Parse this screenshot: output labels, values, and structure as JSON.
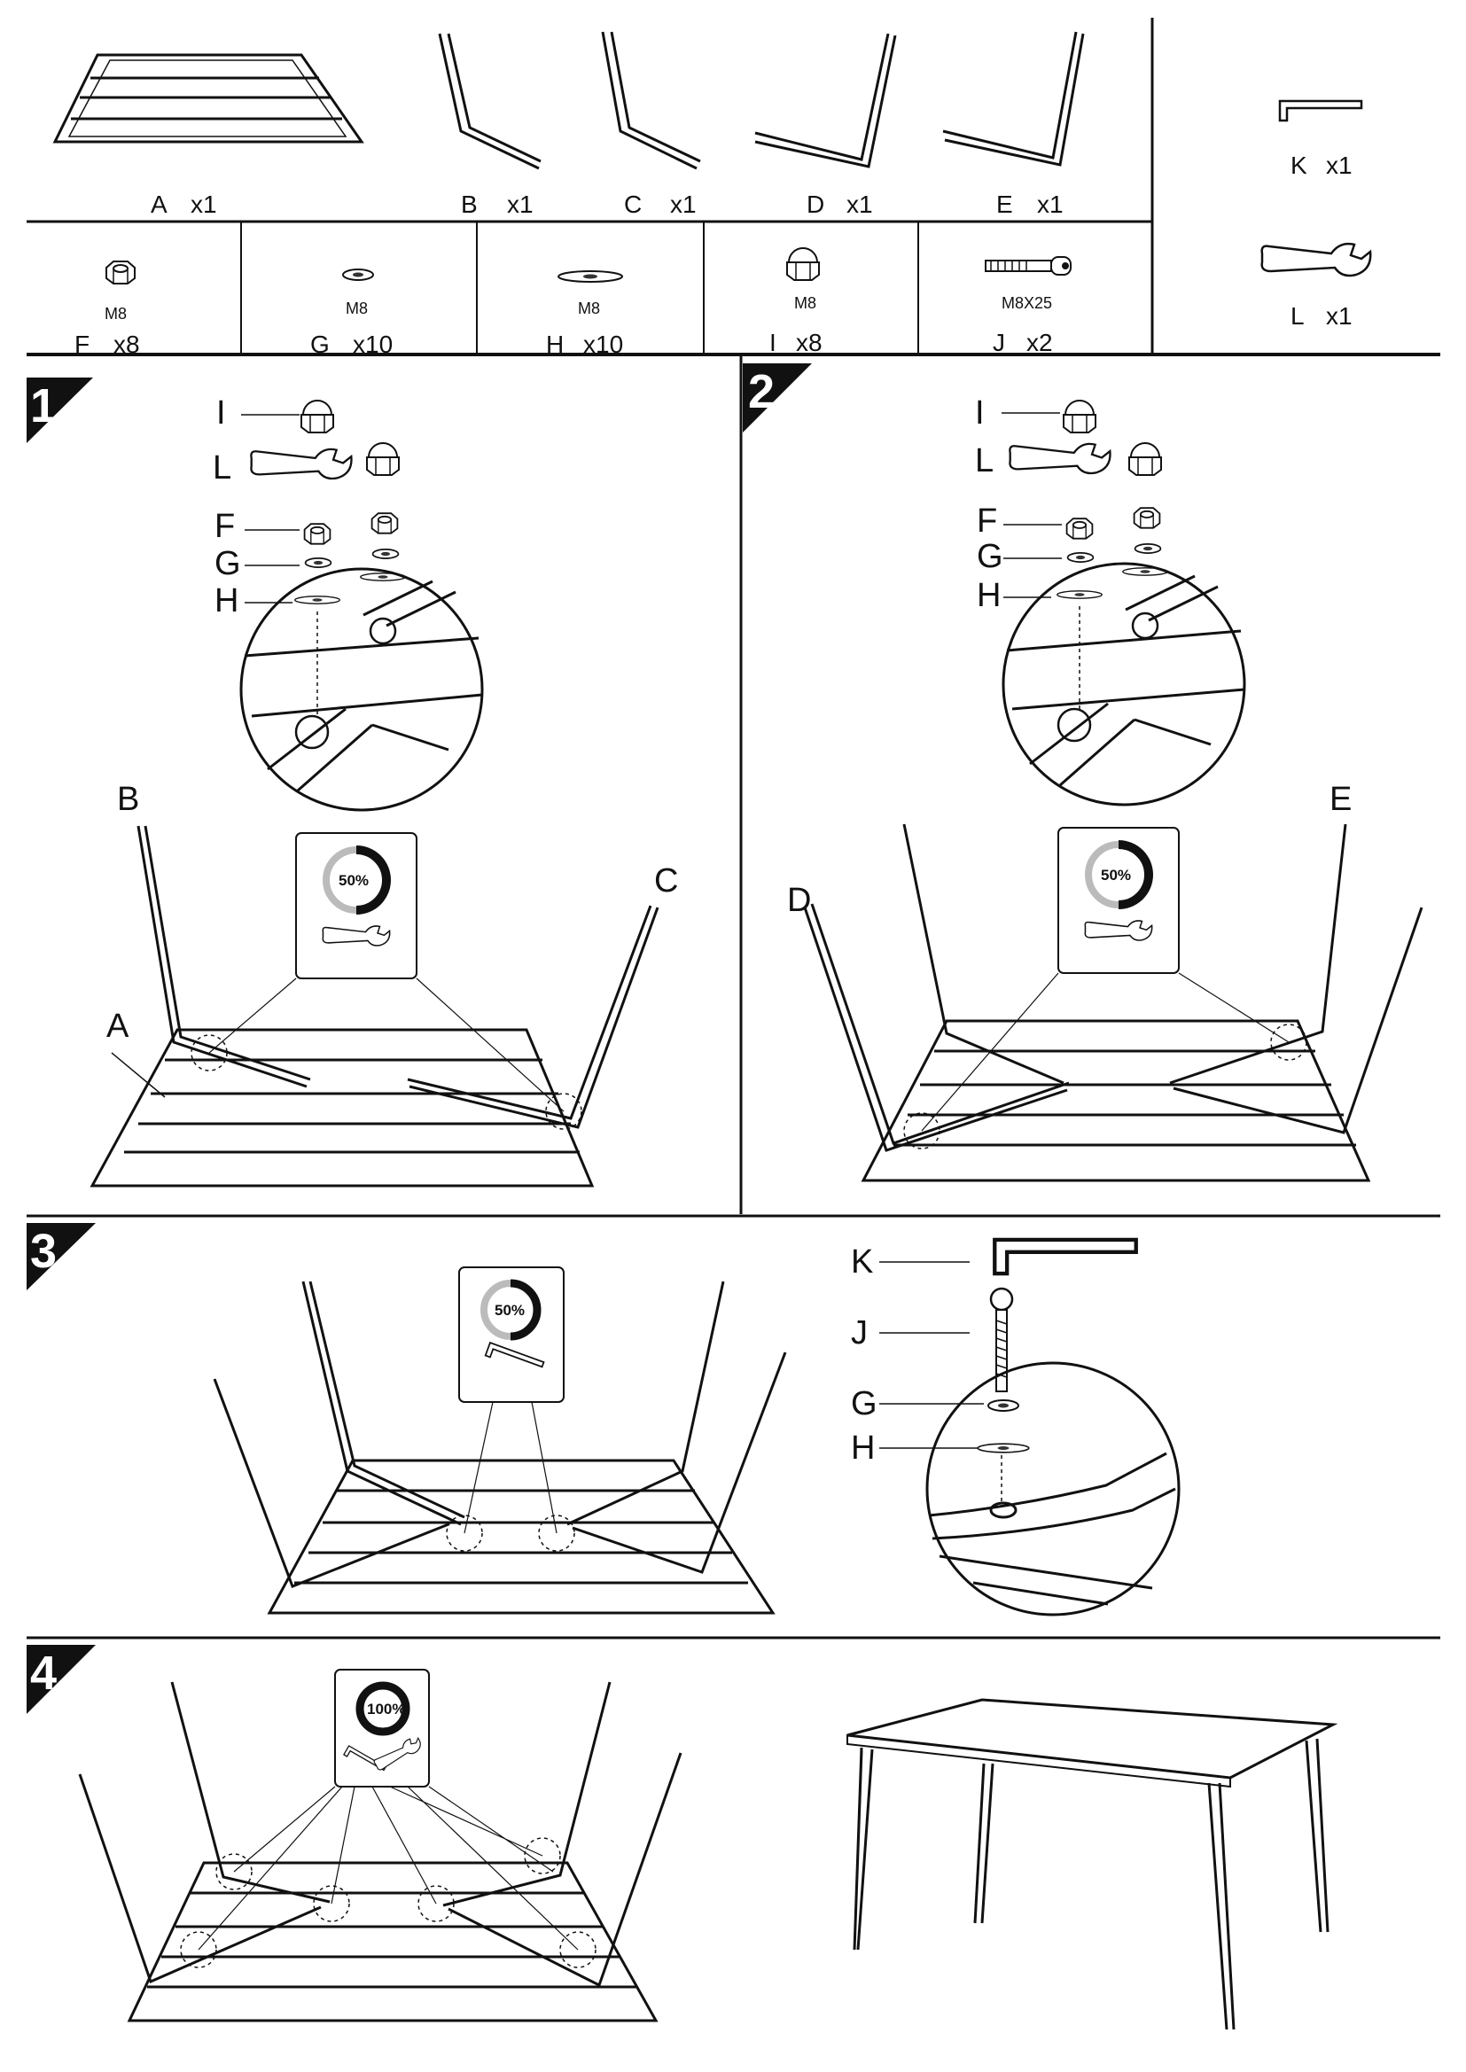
{
  "parts": [
    {
      "letter": "A",
      "qty": "x1"
    },
    {
      "letter": "B",
      "qty": "x1"
    },
    {
      "letter": "C",
      "qty": "x1"
    },
    {
      "letter": "D",
      "qty": "x1"
    },
    {
      "letter": "E",
      "qty": "x1"
    },
    {
      "letter": "K",
      "qty": "x1"
    },
    {
      "letter": "L",
      "qty": "x1"
    }
  ],
  "hardware": [
    {
      "letter": "F",
      "qty": "x8",
      "size": "M8"
    },
    {
      "letter": "G",
      "qty": "x10",
      "size": "M8"
    },
    {
      "letter": "H",
      "qty": "x10",
      "size": "M8"
    },
    {
      "letter": "I",
      "qty": "x8",
      "size": "M8"
    },
    {
      "letter": "J",
      "qty": "x2",
      "size": "M8X25"
    }
  ],
  "steps": [
    {
      "number": "1",
      "percent": "50%",
      "stack": [
        "I",
        "L",
        "F",
        "G",
        "H"
      ],
      "labels": [
        "B",
        "C",
        "A"
      ]
    },
    {
      "number": "2",
      "percent": "50%",
      "stack": [
        "I",
        "L",
        "F",
        "G",
        "H"
      ],
      "labels": [
        "D",
        "E"
      ]
    },
    {
      "number": "3",
      "percent": "50%",
      "stack": [
        "K",
        "J",
        "G",
        "H"
      ]
    },
    {
      "number": "4",
      "percent": "100%"
    }
  ],
  "colors": {
    "ink": "#111111",
    "paper": "#ffffff"
  }
}
